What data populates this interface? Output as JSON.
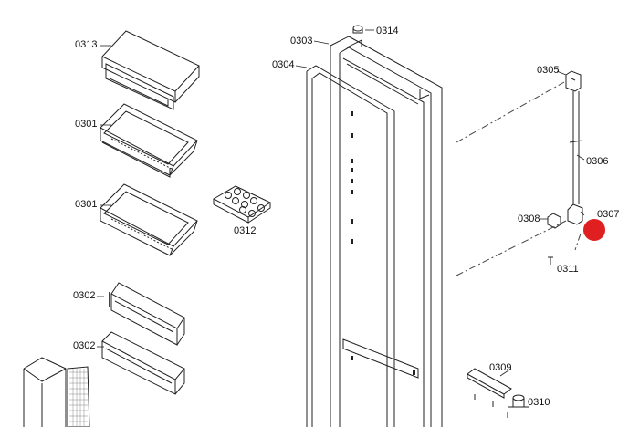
{
  "labels": {
    "p0313": "0313",
    "p0301a": "0301",
    "p0301b": "0301",
    "p0312": "0312",
    "p0302a": "0302",
    "p0302b": "0302",
    "p0303": "0303",
    "p0314": "0314",
    "p0304": "0304",
    "p0305": "0305",
    "p0306": "0306",
    "p0307": "0307",
    "p0308": "0308",
    "p0311": "0311",
    "p0309": "0309",
    "p0310": "0310"
  },
  "colors": {
    "line": "#222222",
    "accent_marker": "#e02020",
    "highlight": "#1f3fbf"
  }
}
